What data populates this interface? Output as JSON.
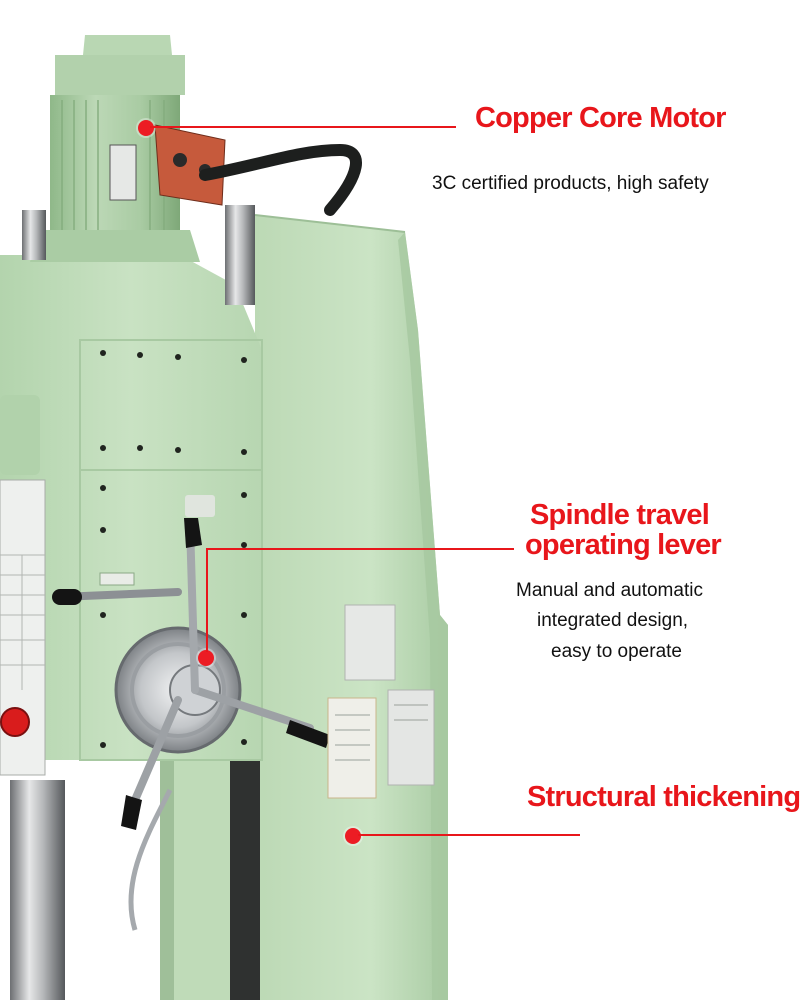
{
  "image": {
    "subject": "Vertical drilling machine close-up with feature callouts",
    "palette": {
      "machine_green": "#c6dfc0",
      "machine_green_dark": "#9fc29a",
      "callout_red": "#e8161b",
      "text_dark": "#111111",
      "background": "#ffffff"
    }
  },
  "callouts": [
    {
      "title": "Copper Core Motor",
      "description_lines": [
        "3C certified products, high safety"
      ]
    },
    {
      "title_lines": [
        "Spindle travel",
        "operating lever"
      ],
      "description_lines": [
        "Manual and automatic",
        "integrated design,",
        "easy to operate"
      ]
    },
    {
      "title": "Structural thickening",
      "description_lines": []
    }
  ]
}
